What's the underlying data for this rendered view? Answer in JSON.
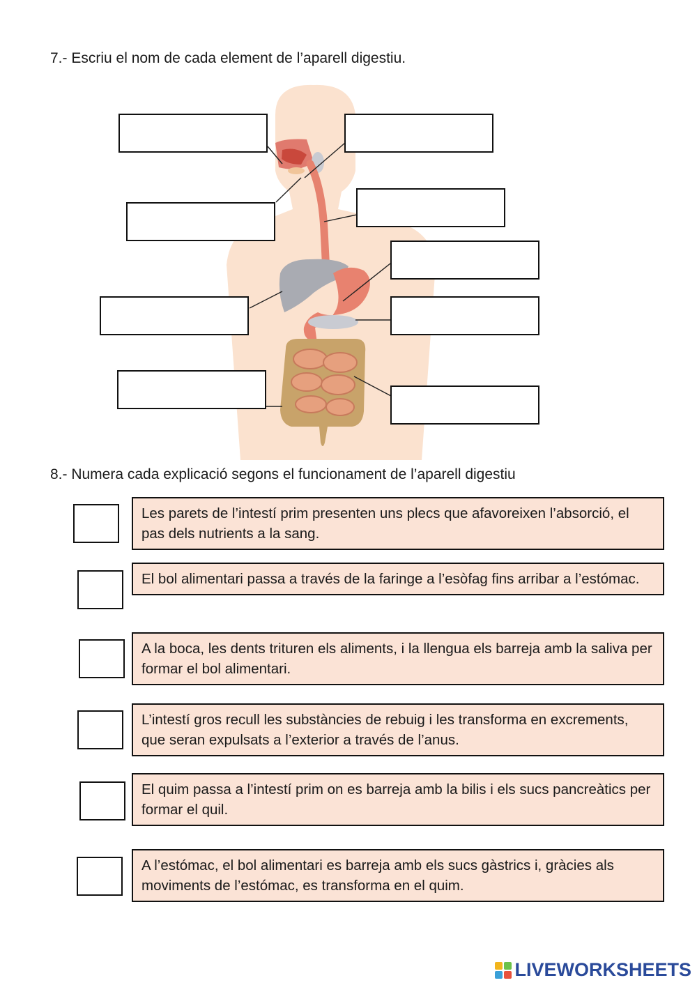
{
  "q7": {
    "title": "7.- Escriu el nom de cada element de l’aparell digestiu."
  },
  "q8": {
    "title": "8.- Numera cada explicació segons el funcionament de l’aparell digestiu",
    "items": [
      {
        "text": "Les parets de l’intestí prim presenten uns plecs que afavoreixen l’absorció, el pas dels nutrients a la sang."
      },
      {
        "text": "El bol alimentari passa a través de la faringe a l’esòfag fins arribar a l’estómac."
      },
      {
        "text": "A la boca, les dents trituren els aliments, i la llengua els barreja amb la saliva per formar el bol alimentari."
      },
      {
        "text": "L’intestí gros recull les substàncies de rebuig i les transforma en excrements, que seran expulsats a l’exterior a través de l’anus."
      },
      {
        "text": "El quim passa a l’intestí prim on es barreja amb la bilis i els sucs pancreàtics per formar el quil."
      },
      {
        "text": "A l’estómac, el bol alimentari es barreja amb els sucs gàstrics i, gràcies als moviments de l’estómac, es transforma en el quim."
      }
    ]
  },
  "colors": {
    "card_background": "#fbe3d6",
    "border": "#111111",
    "body_skin": "#fbe2cf",
    "logo_text": "#2a4a9a"
  },
  "logo": {
    "text": "LIVEWORKSHEETS"
  }
}
